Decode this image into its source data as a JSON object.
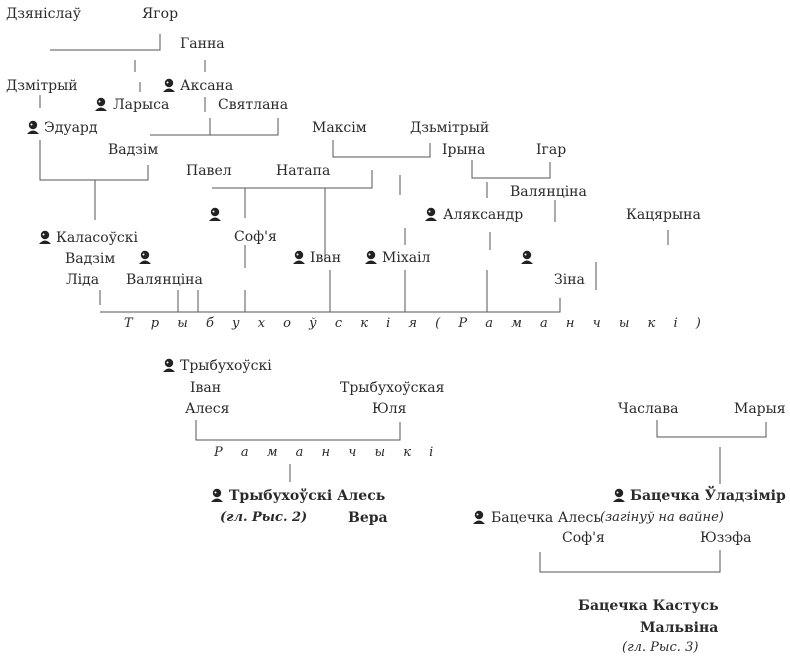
{
  "people": {
    "dzianislau": "Дзяніслаў",
    "yahor": "Ягор",
    "hanna": "Ганна",
    "dzmitryi_1": "Дзмітрый",
    "aksana": "Аксана",
    "larysa": "Ларыса",
    "sviatlana": "Святлана",
    "eduard": "Эдуард",
    "maksim": "Максім",
    "dzmitryi_2": "Дзьмітрый",
    "vadzim_1": "Вадзім",
    "iryna": "Ірына",
    "ihar": "Ігар",
    "pavel": "Павел",
    "natalia": "Натапа",
    "valiantsina_1": "Валянціна",
    "aliaksandr": "Аляксандр",
    "katsiaryna": "Кацярына",
    "sofia_1": "Соф'я",
    "kalasouski": "Каласоўскі",
    "vadzim_2": "Вадзім",
    "ivan_1": "Іван",
    "mikhail": "Міхаіл",
    "lida": "Ліда",
    "valiantsina_2": "Валянціна",
    "zina": "Зіна",
    "trybukhouski_1": "Трыбухоўскі",
    "ivan_2": "Іван",
    "trybukhouskaia": "Трыбухоўская",
    "alesia": "Алеся",
    "yulia": "Юля",
    "chaslava": "Часлава",
    "maryia": "Марыя",
    "trybukhouski_ales": "Трыбухоўскі  Алесь",
    "ref_2": "(гл. Рыс. 2)",
    "vera": "Вера",
    "batsechka_uladzimir": "Бацечка Ўладзімір",
    "batsechka_ales": "Бацечка Алесь",
    "zahinuu": "(загінуў на вайне)",
    "sofia_2": "Соф'я",
    "yuzefa": "Юзэфа",
    "batsechka_kastus": "Бацечка Кастусь",
    "malvina": "Мальвіна",
    "ref_3": "(гл. Рыс. 3)"
  },
  "family_labels": {
    "trybukhouski_ramanchyki": "Т р ы б у х о ў с к і я   ( Р а м а н ч ы к і )",
    "ramanchyki": "Р а м а н ч ы к і"
  },
  "icons": {
    "deceased_marker": "bust-portrait-icon"
  },
  "colors": {
    "ink": "#2a2a2a",
    "line": "#555555",
    "background": "#ffffff"
  }
}
